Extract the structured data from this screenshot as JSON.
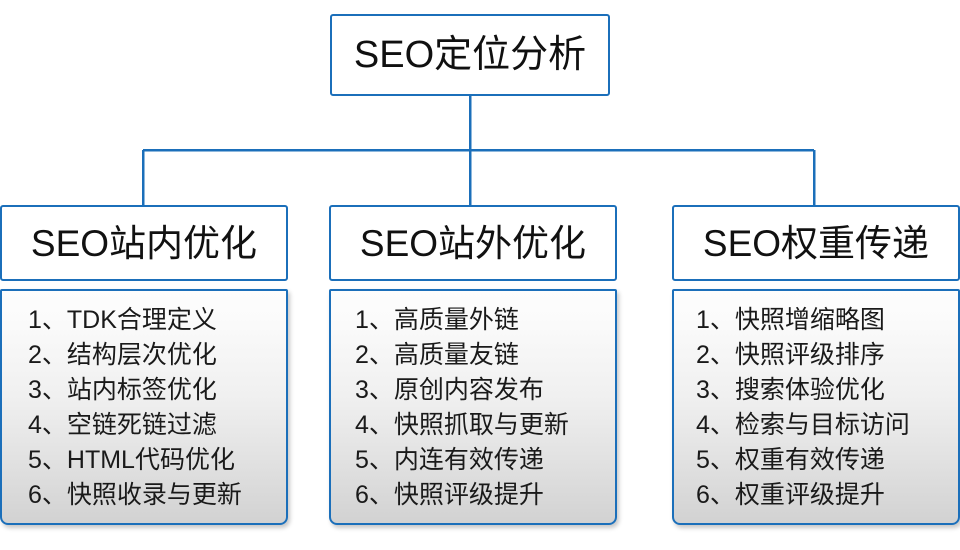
{
  "diagram": {
    "type": "hierarchy-tree",
    "accent_color": "#1b6fba",
    "text_color": "#111111",
    "panel_gradient_top": "#fdfdfd",
    "panel_gradient_bottom": "#d2d2d2",
    "root": {
      "label": "SEO定位分析"
    },
    "branches": [
      {
        "header": "SEO站内优化",
        "items": [
          "1、TDK合理定义",
          "2、结构层次优化",
          "3、站内标签优化",
          "4、空链死链过滤",
          "5、HTML代码优化",
          "6、快照收录与更新"
        ]
      },
      {
        "header": "SEO站外优化",
        "items": [
          "1、高质量外链",
          "2、高质量友链",
          "3、原创内容发布",
          "4、快照抓取与更新",
          "5、内连有效传递",
          "6、快照评级提升"
        ]
      },
      {
        "header": "SEO权重传递",
        "items": [
          "1、快照增缩略图",
          "2、快照评级排序",
          "3、搜索体验优化",
          "4、检索与目标访问",
          "5、权重有效传递",
          "6、权重评级提升"
        ]
      }
    ]
  }
}
